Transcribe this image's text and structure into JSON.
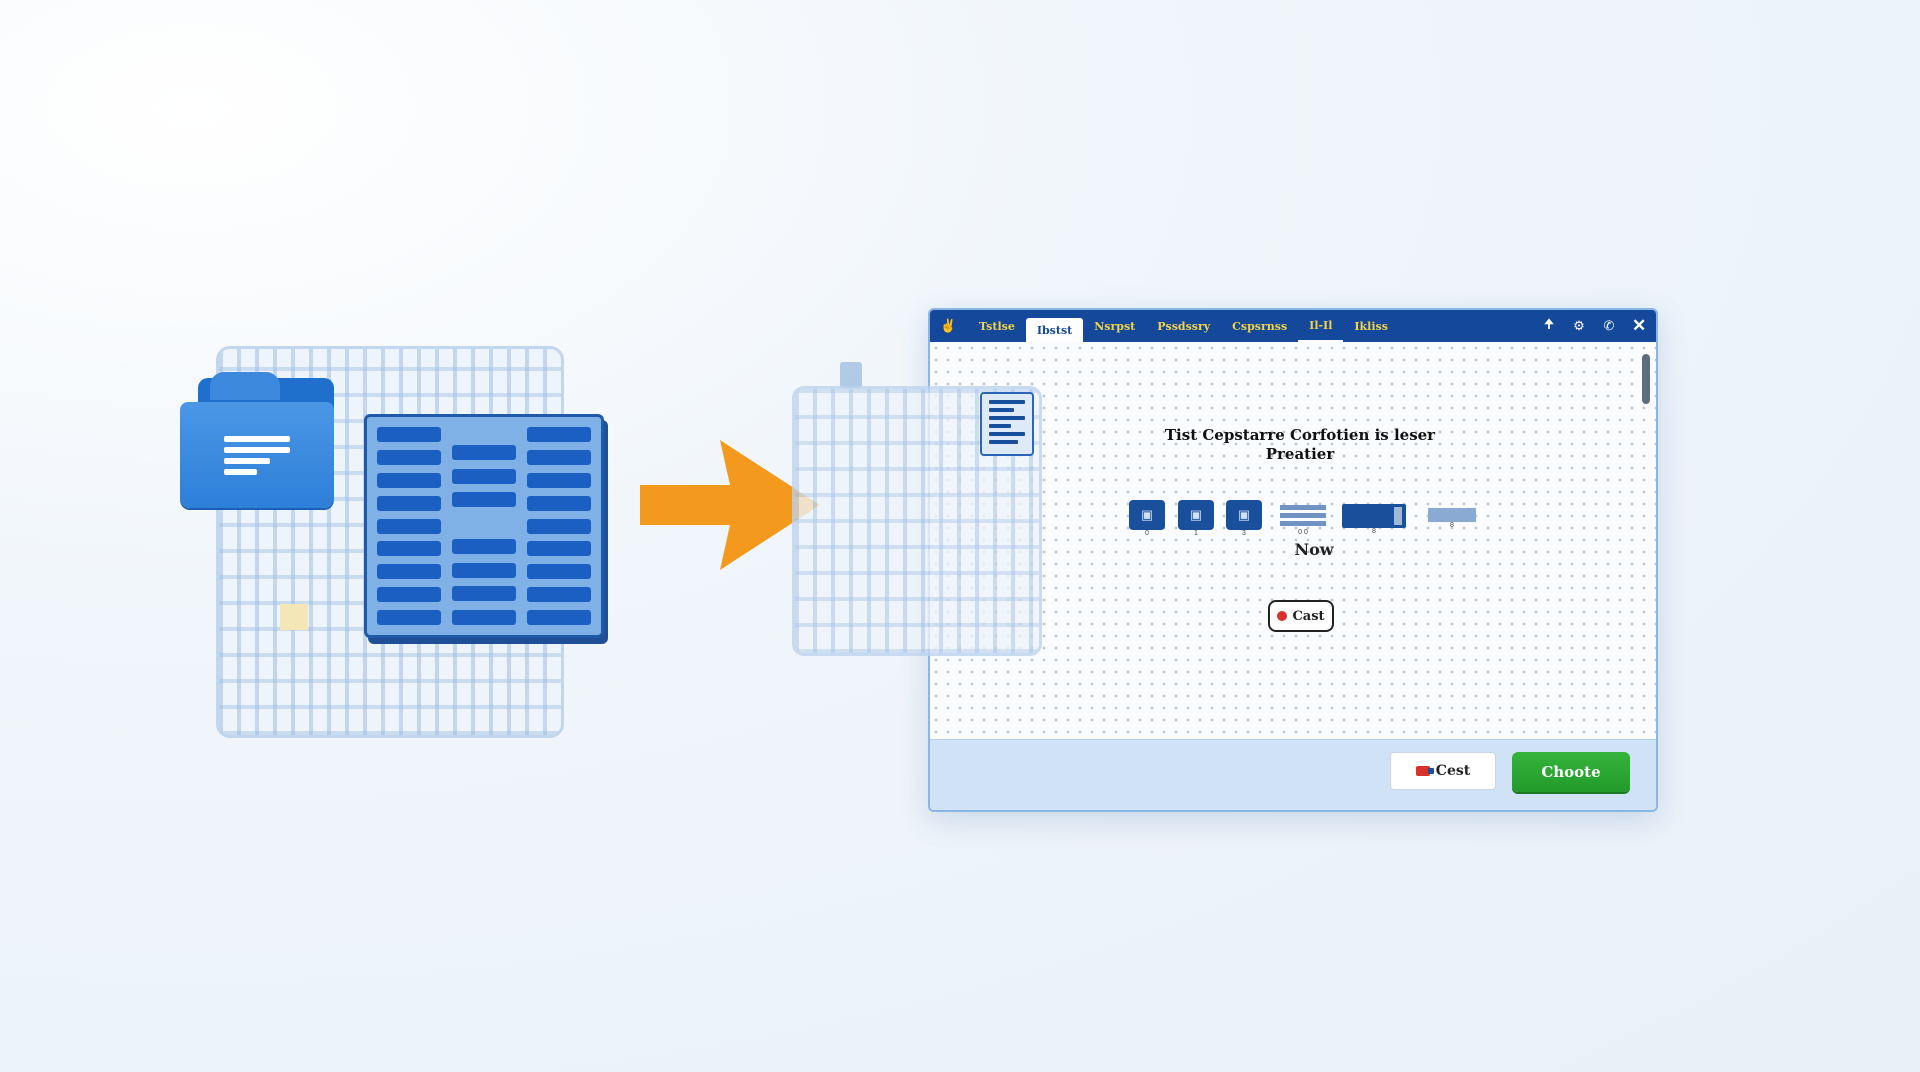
{
  "window": {
    "tabs": [
      {
        "label": "Tstlse"
      },
      {
        "label": "Ibstst"
      },
      {
        "label": "Nsrpst"
      },
      {
        "label": "Pssdssry"
      },
      {
        "label": "Cspsrnss"
      },
      {
        "label": "Il-Il"
      },
      {
        "label": "Ikliss"
      }
    ],
    "active_tab_index": 1,
    "controls": [
      "pin-icon",
      "gear-icon",
      "phone-icon",
      "close-icon"
    ]
  },
  "content": {
    "headline_line1": "Tist Cepstarre Corfotien is leser",
    "headline_line2": "Preatier",
    "step_label": "Now",
    "step_numbers": [
      "0",
      "1",
      "3",
      "0 0",
      "8",
      "8"
    ],
    "inline_button_label": "Cast"
  },
  "footer": {
    "cancel_label": "Cest",
    "choose_label": "Choote"
  },
  "colors": {
    "titlebar": "#13489a",
    "tab_text": "#f3d34a",
    "choose_button": "#2aa532",
    "arrow": "#f39a1e"
  }
}
